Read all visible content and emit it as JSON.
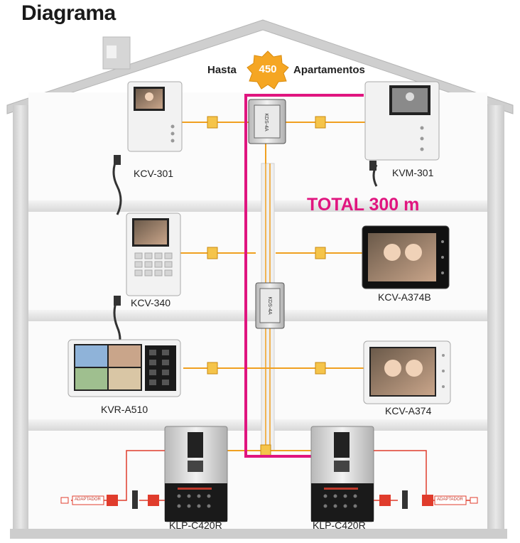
{
  "title": "Diagrama",
  "header": {
    "prefix": "Hasta",
    "count": "450",
    "suffix": "Apartamentos"
  },
  "total_label": "TOTAL 300 m",
  "devices": {
    "kcv301": "KCV-301",
    "kvm301": "KVM-301",
    "kcv340": "KCV-340",
    "kcva374b": "KCV-A374B",
    "kvra510": "KVR-A510",
    "kcva374": "KCV-A374",
    "klp_left": "KLP-C420R",
    "klp_right": "KLP-C420R"
  },
  "adapter_label": "ADAPTADOR",
  "colors": {
    "wire": "#f0a020",
    "total_line": "#e0157f",
    "wall": "#d9d9d9",
    "badge": "#f5a623",
    "lock_wire": "#e03c2c"
  }
}
